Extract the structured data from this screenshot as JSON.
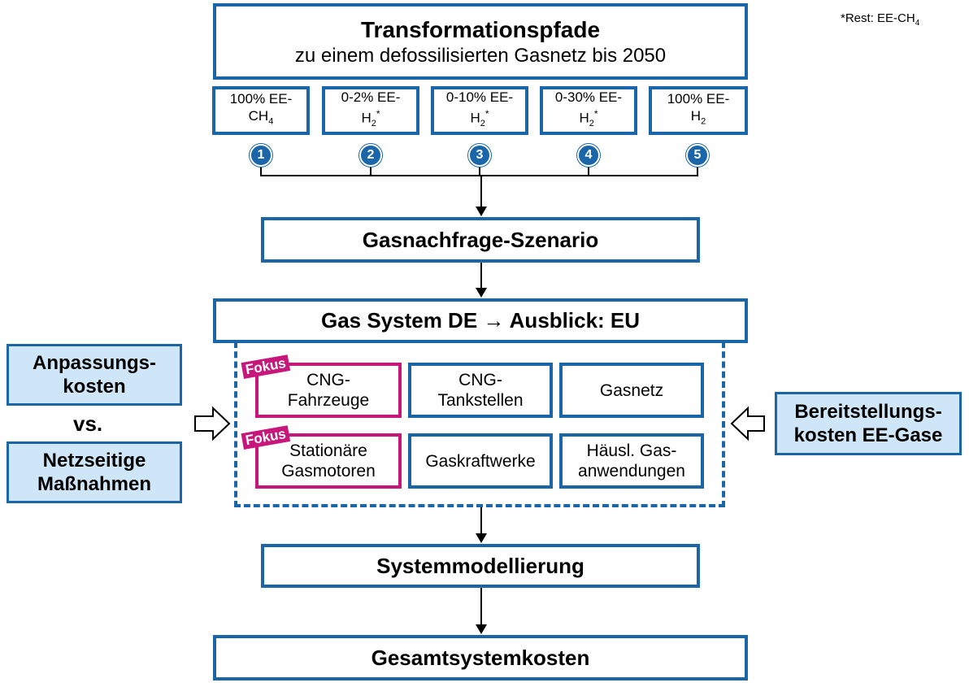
{
  "footnote": {
    "text": "*Rest: EE-CH",
    "sub": "4"
  },
  "title": {
    "line1": "Transformationspfade",
    "line2": "zu einem defossilisierten Gasnetz bis 2050"
  },
  "paths": [
    {
      "number": "1",
      "line1": "100% EE-",
      "base": "CH",
      "sub": "4",
      "sup": ""
    },
    {
      "number": "2",
      "line1": "0-2% EE-",
      "base": "H",
      "sub": "2",
      "sup": "*"
    },
    {
      "number": "3",
      "line1": "0-10% EE-",
      "base": "H",
      "sub": "2",
      "sup": "*"
    },
    {
      "number": "4",
      "line1": "0-30% EE-",
      "base": "H",
      "sub": "2",
      "sup": "*"
    },
    {
      "number": "5",
      "line1": "100% EE-",
      "base": "H",
      "sub": "2",
      "sup": ""
    }
  ],
  "demand": "Gasnachfrage-Szenario",
  "gas_system": "Gas System DE → Ausblick: EU",
  "left": {
    "box1_line1": "Anpassungs-",
    "box1_line2": "kosten",
    "vs": "vs.",
    "box2_line1": "Netzseitige",
    "box2_line2": "Maßnahmen"
  },
  "right": {
    "line1": "Bereitstellungs-",
    "line2": "kosten EE-Gase"
  },
  "fokus_label": "Fokus",
  "grid": {
    "cng_fahrzeuge": {
      "line1": "CNG-",
      "line2": "Fahrzeuge"
    },
    "cng_tankstellen": {
      "line1": "CNG-",
      "line2": "Tankstellen"
    },
    "gasnetz": "Gasnetz",
    "stationaere": {
      "line1": "Stationäre",
      "line2": "Gasmotoren"
    },
    "gaskraftwerke": "Gaskraftwerke",
    "haeusl": {
      "line1": "Häusl. Gas-",
      "line2": "anwendungen"
    }
  },
  "modelling": "Systemmodellierung",
  "total_costs": "Gesamtsystemkosten"
}
